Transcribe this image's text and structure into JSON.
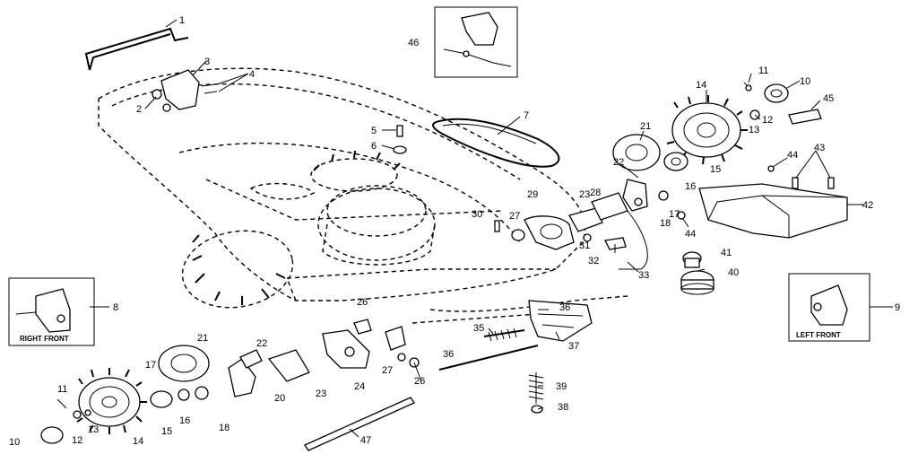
{
  "callouts": [
    {
      "id": "c1",
      "text": "1"
    },
    {
      "id": "c2",
      "text": "2"
    },
    {
      "id": "c3",
      "text": "3"
    },
    {
      "id": "c4",
      "text": "4"
    },
    {
      "id": "c5",
      "text": "5"
    },
    {
      "id": "c6",
      "text": "6"
    },
    {
      "id": "c7",
      "text": "7"
    },
    {
      "id": "c8",
      "text": "8"
    },
    {
      "id": "c9",
      "text": "9"
    },
    {
      "id": "c10r",
      "text": "10"
    },
    {
      "id": "c11r",
      "text": "11"
    },
    {
      "id": "c12r",
      "text": "12"
    },
    {
      "id": "c13r",
      "text": "13"
    },
    {
      "id": "c14r",
      "text": "14"
    },
    {
      "id": "c15r",
      "text": "15"
    },
    {
      "id": "c16r",
      "text": "16"
    },
    {
      "id": "c17r",
      "text": "17"
    },
    {
      "id": "c18r",
      "text": "18"
    },
    {
      "id": "c21r",
      "text": "21"
    },
    {
      "id": "c22r",
      "text": "22"
    },
    {
      "id": "c23r",
      "text": "23"
    },
    {
      "id": "c28",
      "text": "28"
    },
    {
      "id": "c29",
      "text": "29"
    },
    {
      "id": "c30",
      "text": "30"
    },
    {
      "id": "c27r",
      "text": "27"
    },
    {
      "id": "c31",
      "text": "31"
    },
    {
      "id": "c32",
      "text": "32"
    },
    {
      "id": "c33",
      "text": "33"
    },
    {
      "id": "c40",
      "text": "40"
    },
    {
      "id": "c41",
      "text": "41"
    },
    {
      "id": "c42",
      "text": "42"
    },
    {
      "id": "c43",
      "text": "43"
    },
    {
      "id": "c44a",
      "text": "44"
    },
    {
      "id": "c44b",
      "text": "44"
    },
    {
      "id": "c45",
      "text": "45"
    },
    {
      "id": "c46",
      "text": "46"
    },
    {
      "id": "c36a",
      "text": "36"
    },
    {
      "id": "c36b",
      "text": "36"
    },
    {
      "id": "c35",
      "text": "35"
    },
    {
      "id": "c37",
      "text": "37"
    },
    {
      "id": "c39",
      "text": "39"
    },
    {
      "id": "c38",
      "text": "38"
    },
    {
      "id": "c47",
      "text": "47"
    },
    {
      "id": "c26a",
      "text": "26"
    },
    {
      "id": "c26b",
      "text": "26"
    },
    {
      "id": "c24",
      "text": "24"
    },
    {
      "id": "c27l",
      "text": "27"
    },
    {
      "id": "c23l",
      "text": "23"
    },
    {
      "id": "c22l",
      "text": "22"
    },
    {
      "id": "c20",
      "text": "20"
    },
    {
      "id": "c21l",
      "text": "21"
    },
    {
      "id": "c17l",
      "text": "17"
    },
    {
      "id": "c18l",
      "text": "18"
    },
    {
      "id": "c16l",
      "text": "16"
    },
    {
      "id": "c15l",
      "text": "15"
    },
    {
      "id": "c14l",
      "text": "14"
    },
    {
      "id": "c13l",
      "text": "13"
    },
    {
      "id": "c12l",
      "text": "12"
    },
    {
      "id": "c11l",
      "text": "11"
    },
    {
      "id": "c10l",
      "text": "10"
    }
  ],
  "insets": {
    "right_front": "RIGHT FRONT",
    "left_front": "LEFT FRONT"
  }
}
